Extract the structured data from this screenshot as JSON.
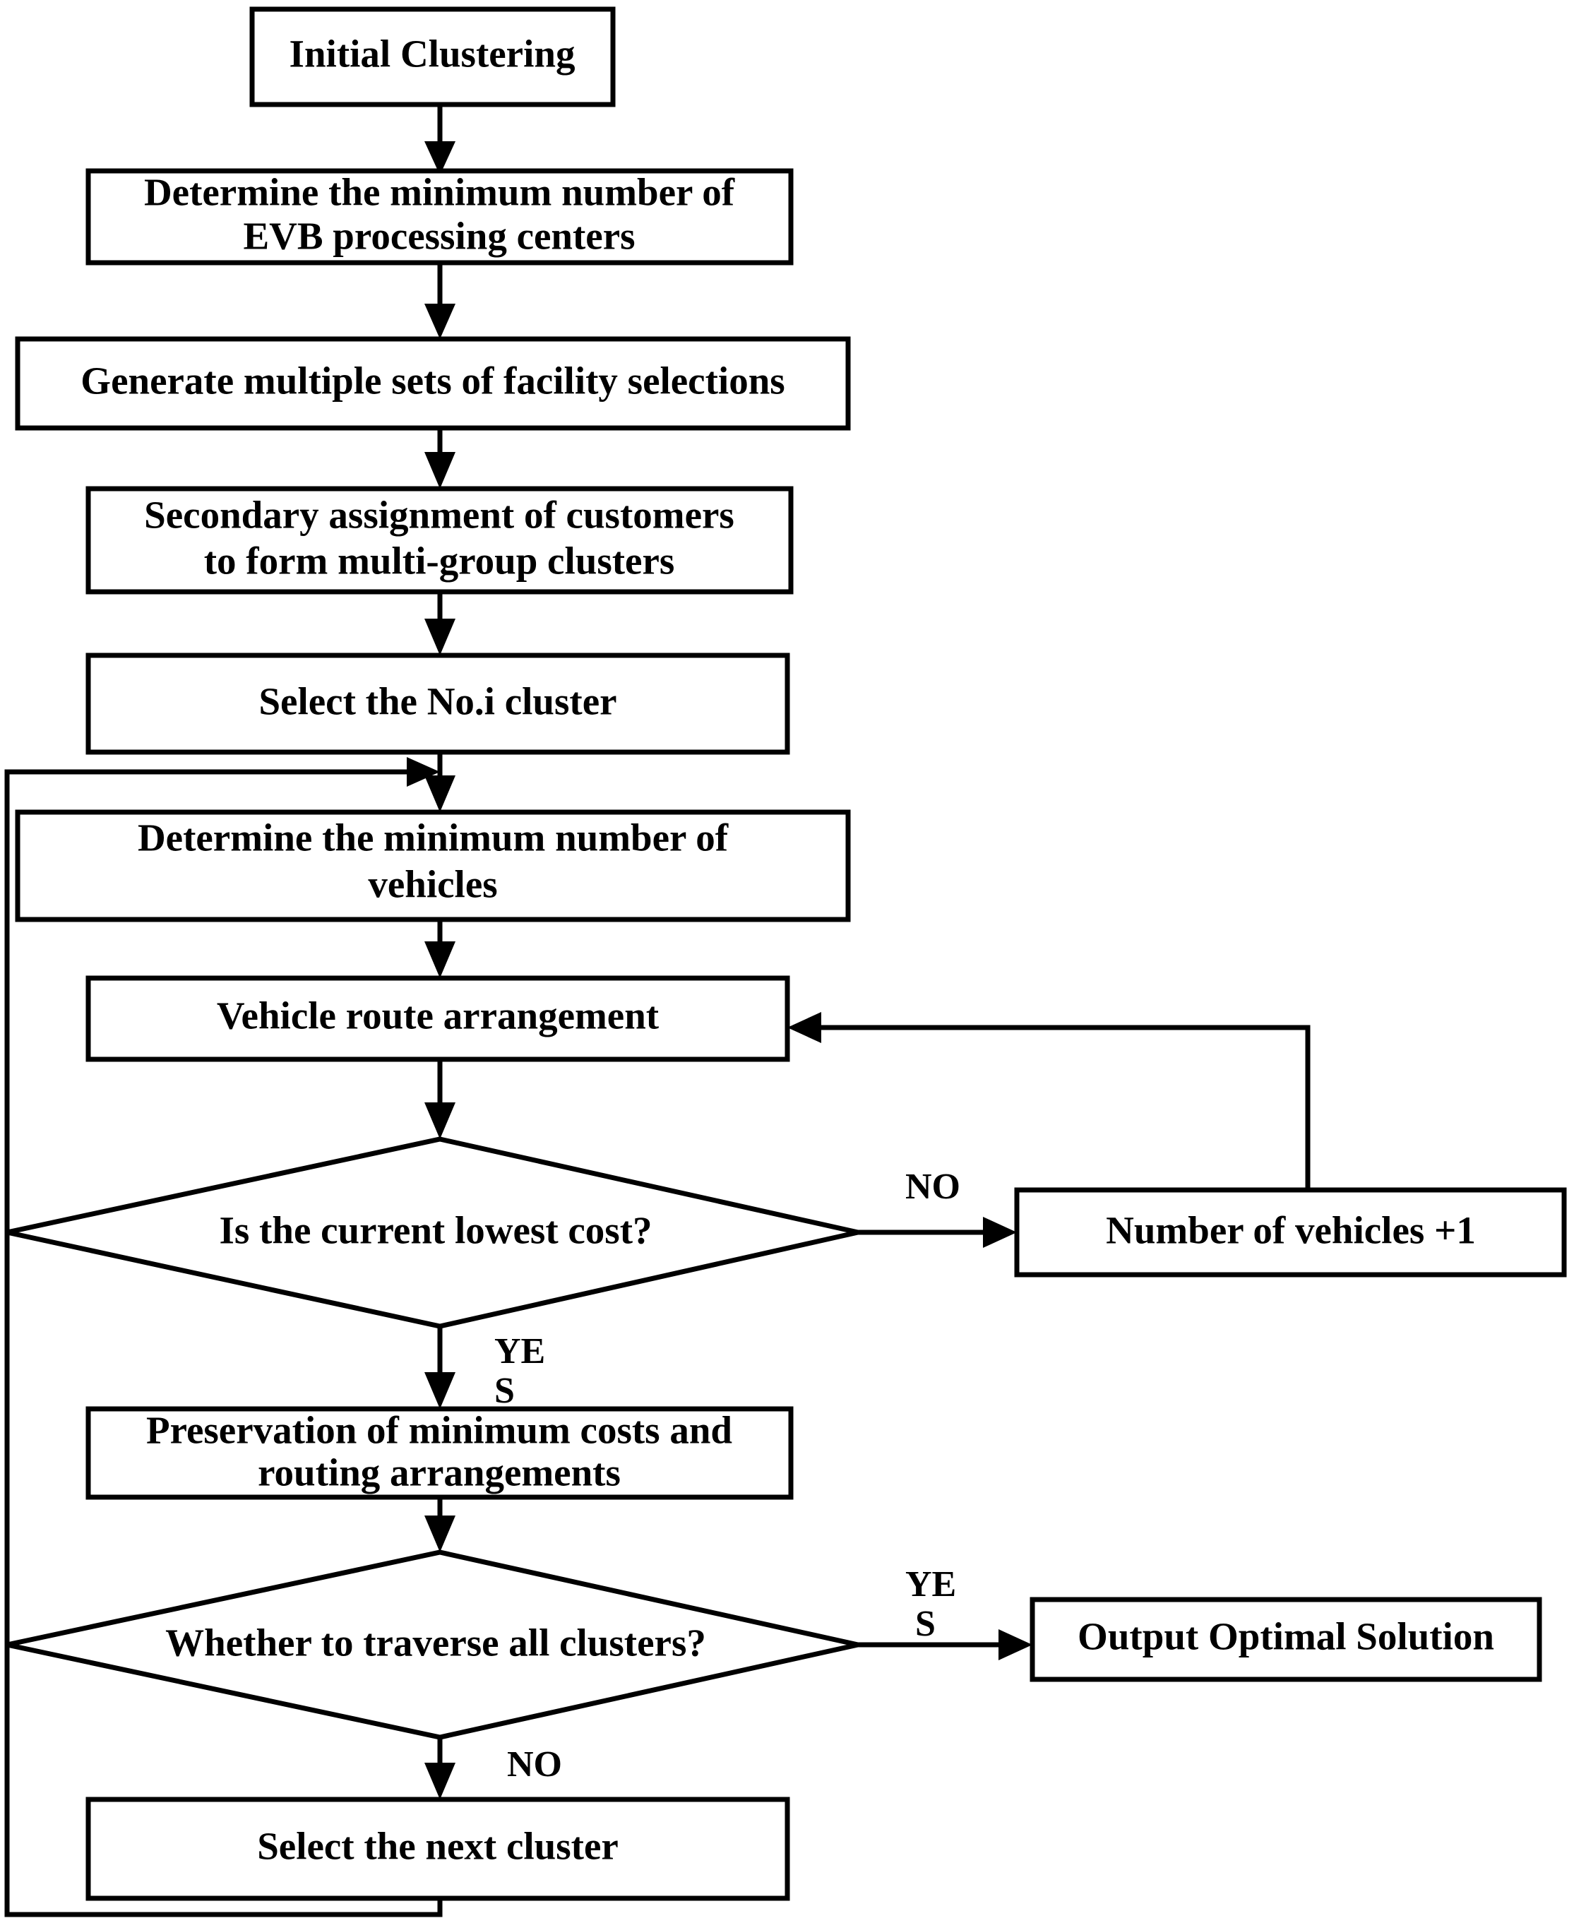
{
  "diagram": {
    "title": "Algorithm flowchart for EVB processing center clustering and vehicle routing",
    "colors": {
      "stroke": "#000000",
      "fill": "#ffffff",
      "text": "#000000"
    },
    "nodes": [
      {
        "id": "initial_clustering",
        "shape": "process",
        "lines": [
          "Initial Clustering"
        ]
      },
      {
        "id": "determine_min_evb",
        "shape": "process",
        "lines": [
          "Determine the minimum number of",
          "EVB processing centers"
        ]
      },
      {
        "id": "generate_facility_sets",
        "shape": "process",
        "lines": [
          "Generate multiple sets of facility selections"
        ]
      },
      {
        "id": "secondary_assignment",
        "shape": "process",
        "lines": [
          "Secondary assignment of customers",
          "to form multi-group clusters"
        ]
      },
      {
        "id": "select_no_i_cluster",
        "shape": "process",
        "lines": [
          "Select the No.i cluster"
        ]
      },
      {
        "id": "determine_min_vehicles",
        "shape": "process",
        "lines": [
          "Determine the minimum number of",
          "vehicles"
        ]
      },
      {
        "id": "vehicle_route_arrangement",
        "shape": "process",
        "lines": [
          "Vehicle route arrangement"
        ]
      },
      {
        "id": "is_lowest_cost",
        "shape": "decision",
        "lines": [
          "Is the current lowest cost?"
        ]
      },
      {
        "id": "number_of_vehicles_plus1",
        "shape": "process",
        "lines": [
          "Number of vehicles +1"
        ]
      },
      {
        "id": "preservation_min_costs",
        "shape": "process",
        "lines": [
          "Preservation of minimum costs and",
          "routing arrangements"
        ]
      },
      {
        "id": "traverse_all_clusters",
        "shape": "decision",
        "lines": [
          "Whether to traverse all clusters?"
        ]
      },
      {
        "id": "output_optimal_solution",
        "shape": "process",
        "lines": [
          "Output Optimal Solution"
        ]
      },
      {
        "id": "select_next_cluster",
        "shape": "process",
        "lines": [
          "Select the next cluster"
        ]
      }
    ],
    "edge_labels": {
      "lowest_cost_no": "NO",
      "lowest_cost_yes_line1": "YE",
      "lowest_cost_yes_line2": "S",
      "traverse_yes_line1": "YE",
      "traverse_yes_line2": "S",
      "traverse_no": "NO"
    }
  }
}
